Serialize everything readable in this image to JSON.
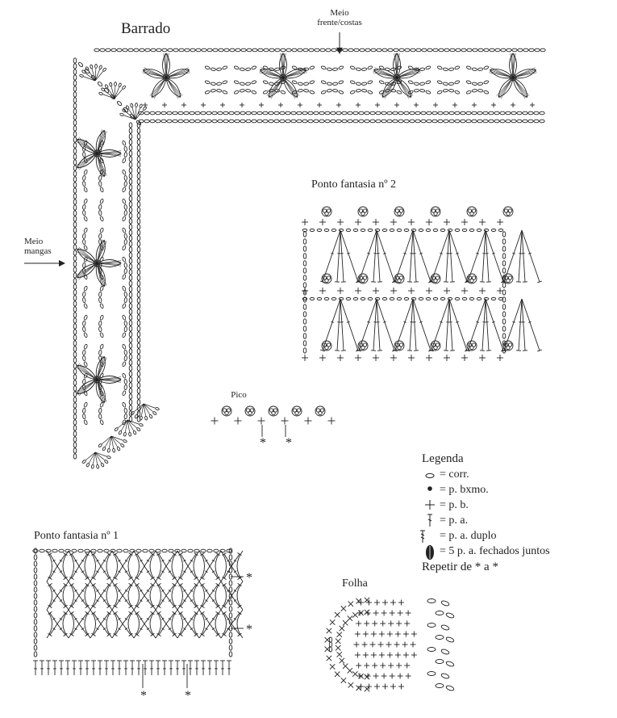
{
  "labels": {
    "barrado": "Barrado",
    "meio_frente_costas": [
      "Meio",
      "frente/costas"
    ],
    "meio_mangas": [
      "Meio",
      "mangas"
    ],
    "ponto_fantasia_2": "Ponto fantasia nº 2",
    "ponto_fantasia_1": "Ponto fantasia nº 1",
    "pico": "Pico",
    "folha": "Folha",
    "repeat_marker": "*"
  },
  "legend": {
    "title": "Legenda",
    "items": [
      {
        "symbol": "chain-oval",
        "text": "= corr."
      },
      {
        "symbol": "dot",
        "text": "= p. bxmo."
      },
      {
        "symbol": "plus",
        "text": "= p. b."
      },
      {
        "symbol": "stem",
        "text": "= p. a."
      },
      {
        "symbol": "double-stem",
        "text": "= p. a. duplo"
      },
      {
        "symbol": "cluster-oval",
        "text": "= 5 p. a. fechados juntos"
      }
    ],
    "repeat_note": "Repetir de * a *"
  },
  "colors": {
    "ink": "#222222",
    "background": "#ffffff"
  }
}
